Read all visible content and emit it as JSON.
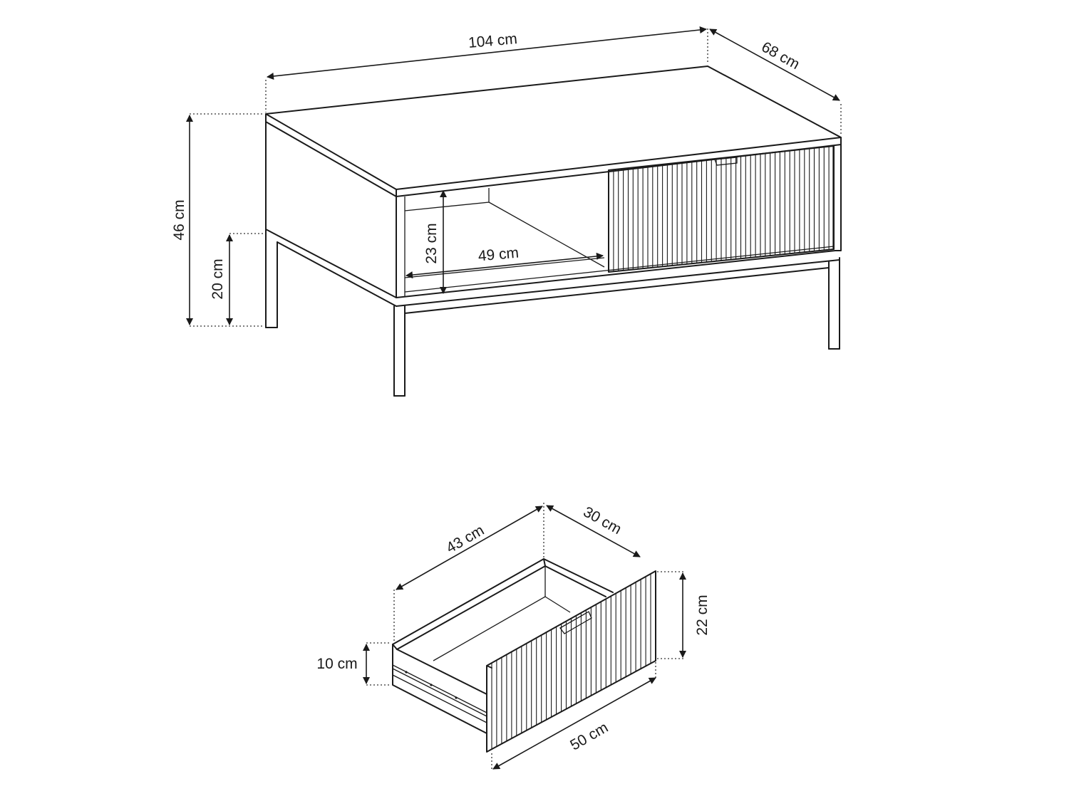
{
  "table": {
    "width": "104 cm",
    "depth": "68 cm",
    "height": "46 cm",
    "leg_height": "20 cm",
    "shelf_height": "23 cm",
    "shelf_width": "49 cm"
  },
  "drawer": {
    "inner_length": "43 cm",
    "inner_width": "30 cm",
    "front_height": "22 cm",
    "side_height": "10 cm",
    "front_width": "50 cm"
  }
}
